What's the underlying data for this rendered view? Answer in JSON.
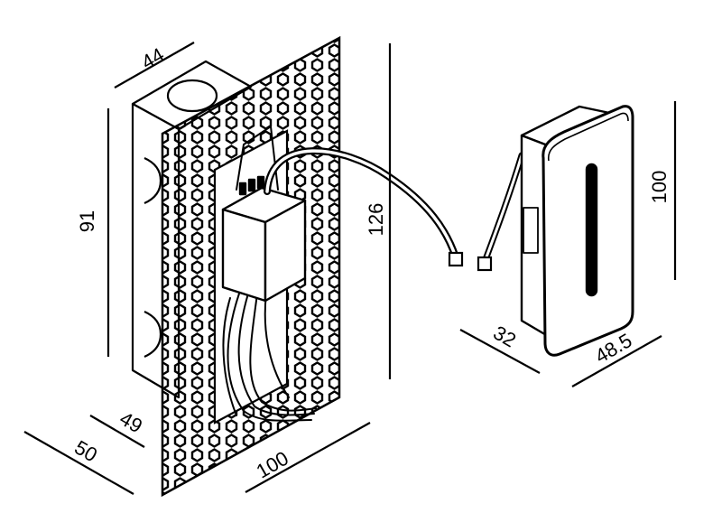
{
  "colors": {
    "ink": "#000000",
    "paper": "#ffffff"
  },
  "dimensions": {
    "box_depth_top": "44",
    "box_height": "91",
    "plate_height": "126",
    "box_depth_bottom": "49",
    "plate_depth": "50",
    "plate_width": "100",
    "fixture_height": "100",
    "fixture_depth": "32",
    "fixture_width": "48.5"
  }
}
